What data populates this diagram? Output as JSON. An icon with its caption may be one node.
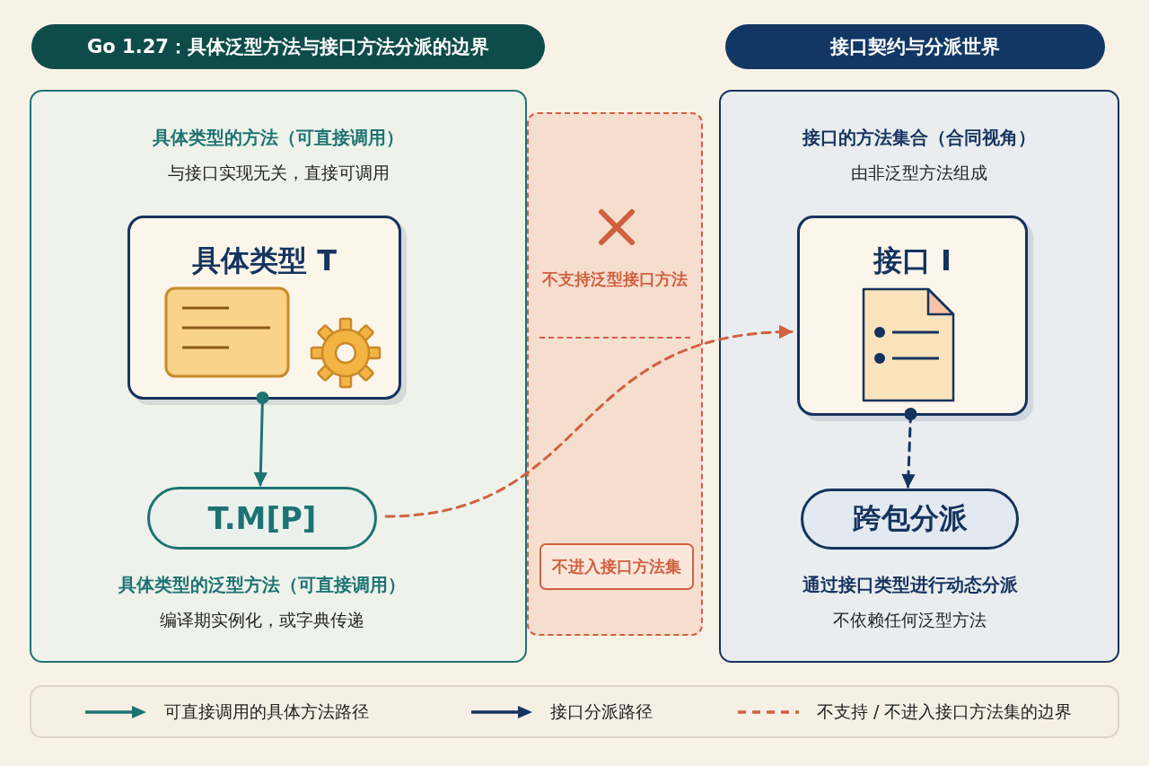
{
  "diagram": {
    "title": "Go 1.27：具体泛型方法与接口方法分派的边界",
    "nodes": [
      {
        "text": [
          "具体类型的方法（可直接调用）",
          "与接口实现无关，直接可调用"
        ]
      },
      {
        "text": [
          "具体类型 T"
        ],
        "in": 0
      },
      {
        "text": [
          "T.M[P]"
        ],
        "in": 0,
        "beside": [
          "具体类型的泛型方法（可直接调用）",
          "编译期实例化，或字典传递"
        ]
      },
      {
        "text": [
          "不支持泛型接口方法"
        ]
      },
      {
        "text": [
          "不进入接口方法集"
        ],
        "in": 3
      },
      {
        "text": [
          "接口的方法集合（合同视角）",
          "由非泛型方法组成"
        ]
      },
      {
        "text": [
          "接口 I"
        ],
        "in": 5
      },
      {
        "text": [
          "跨包分派"
        ],
        "in": 5,
        "beside": [
          "通过接口类型进行动态分派",
          "不依赖任何泛型方法"
        ]
      }
    ],
    "edges": [
      {
        "from": 1,
        "to": 2,
        "arrow": "to"
      },
      {
        "from": 2,
        "to": 6,
        "arrow": "to",
        "style": "dashed",
        "color": "#d0603f"
      },
      {
        "from": 6,
        "to": 7,
        "arrow": "to",
        "style": "dashed",
        "color": "#15335e"
      }
    ],
    "labels": [
      "接口契约与分派世界"
    ],
    "legend": [
      {
        "text": "可直接调用的具体方法路径"
      },
      {
        "text": "接口分派路径"
      },
      {
        "text": "不支持 / 不进入接口方法集的边界"
      }
    ]
  }
}
